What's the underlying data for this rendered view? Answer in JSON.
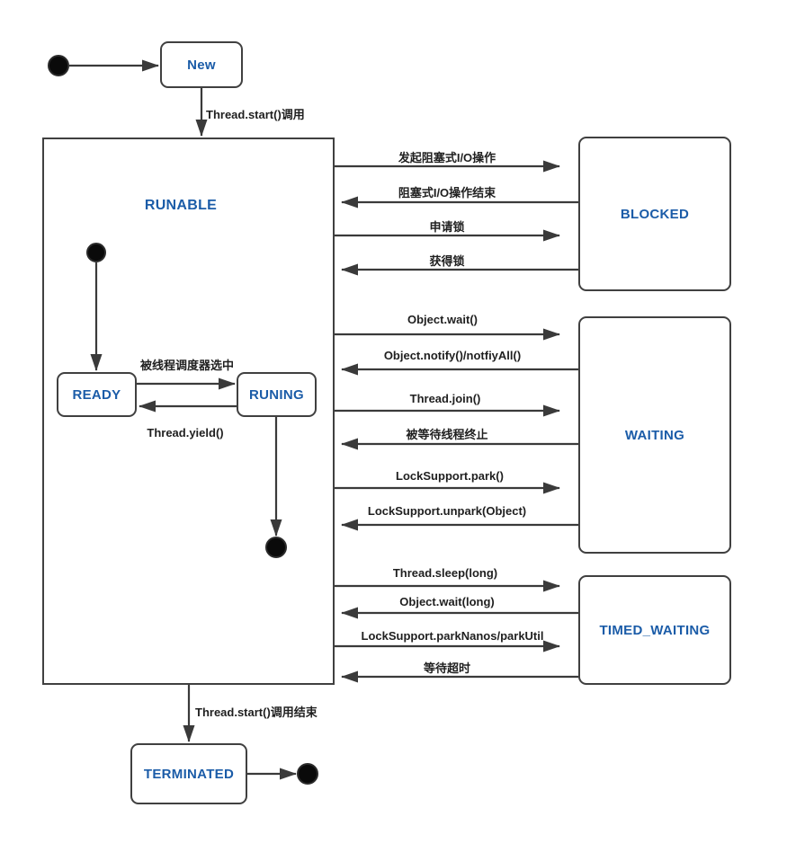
{
  "states": {
    "new": "New",
    "runable": "RUNABLE",
    "ready": "READY",
    "runing": "RUNING",
    "blocked": "BLOCKED",
    "waiting": "WAITING",
    "timed_waiting": "TIMED_WAITING",
    "terminated": "TERMINATED"
  },
  "transitions": {
    "start_call": "Thread.start()调用",
    "scheduler_select": "被线程调度器选中",
    "yield": "Thread.yield()",
    "io_start": "发起阻塞式I/O操作",
    "io_end": "阻塞式I/O操作结束",
    "lock_request": "申请锁",
    "lock_acquire": "获得锁",
    "object_wait": "Object.wait()",
    "object_notify": "Object.notify()/notfiyAll()",
    "thread_join": "Thread.join()",
    "waited_thread_end": "被等待线程终止",
    "locksupport_park": "LockSupport.park()",
    "locksupport_unpark": "LockSupport.unpark(Object)",
    "thread_sleep": "Thread.sleep(long)",
    "object_wait_long": "Object.wait(long)",
    "locksupport_parknanos": "LockSupport.parkNanos/parkUtil",
    "wait_timeout": "等待超时",
    "start_call_end": "Thread.start()调用结束"
  },
  "colors": {
    "state_text": "#1b5ca8",
    "line": "#3a3a3a",
    "label_text": "#1f1f1f",
    "background": "#ffffff"
  }
}
